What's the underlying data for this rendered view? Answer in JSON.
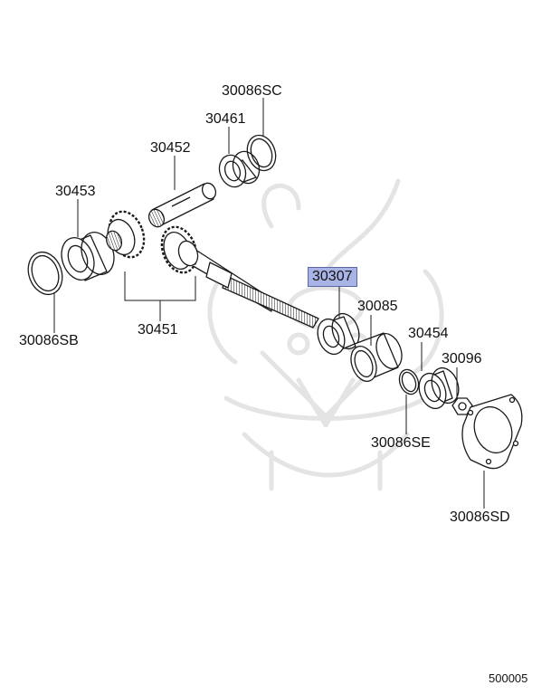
{
  "parts": [
    {
      "id": "30086SC",
      "label": "30086SC",
      "highlighted": false
    },
    {
      "id": "30461",
      "label": "30461",
      "highlighted": false
    },
    {
      "id": "30452",
      "label": "30452",
      "highlighted": false
    },
    {
      "id": "30453",
      "label": "30453",
      "highlighted": false
    },
    {
      "id": "30086SB",
      "label": "30086SB",
      "highlighted": false
    },
    {
      "id": "30451",
      "label": "30451",
      "highlighted": false
    },
    {
      "id": "30307",
      "label": "30307",
      "highlighted": true
    },
    {
      "id": "30085",
      "label": "30085",
      "highlighted": false
    },
    {
      "id": "30454",
      "label": "30454",
      "highlighted": false
    },
    {
      "id": "30096",
      "label": "30096",
      "highlighted": false
    },
    {
      "id": "30086SE",
      "label": "30086SE",
      "highlighted": false
    },
    {
      "id": "30086SD",
      "label": "30086SD",
      "highlighted": false
    }
  ],
  "diagram_number": "500005",
  "colors": {
    "line": "#1a1a1a",
    "highlight_fill": "#a9b4e6",
    "highlight_border": "#5a66a8",
    "watermark": "#e6e6e6"
  }
}
